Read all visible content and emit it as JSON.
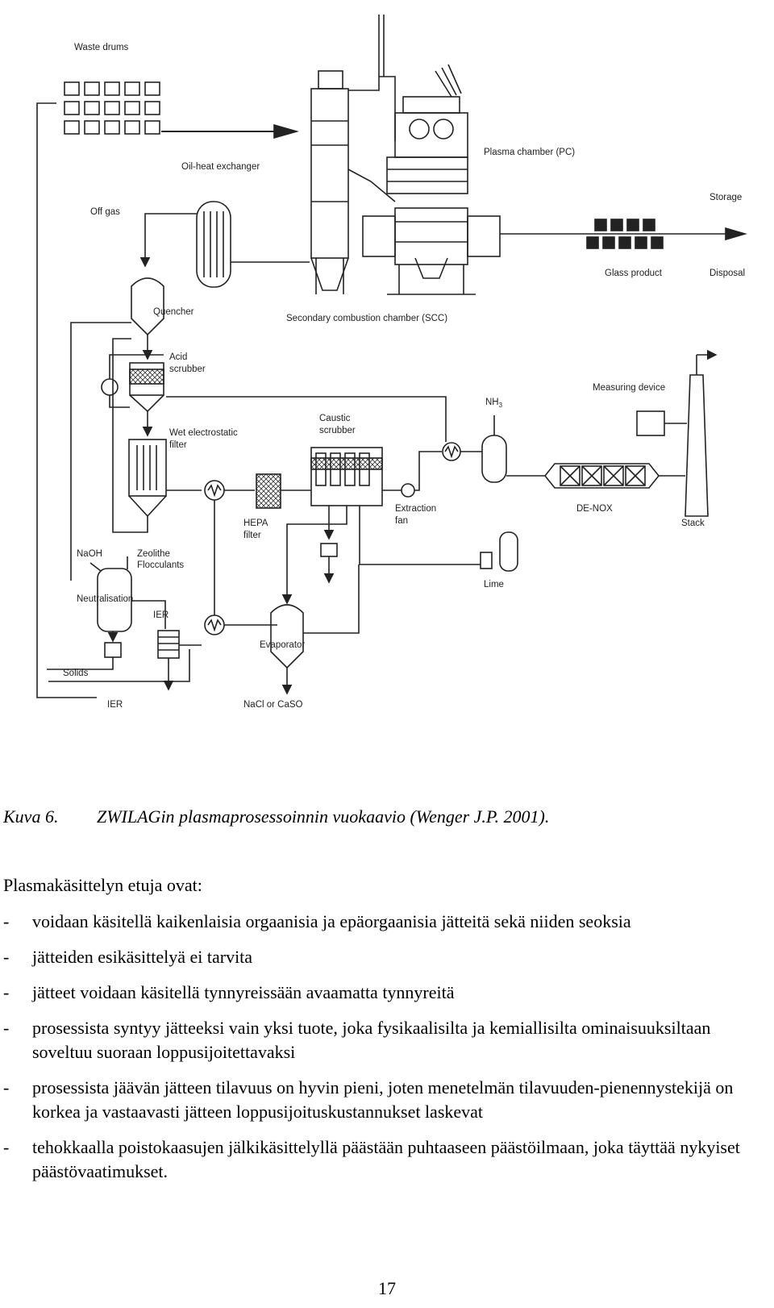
{
  "diagram": {
    "labels": {
      "waste_drums": "Waste drums",
      "oil_heat_exchanger": "Oil-heat exchanger",
      "off_gas": "Off gas",
      "plasma_chamber": "Plasma chamber (PC)",
      "storage": "Storage",
      "glass_product": "Glass product",
      "disposal": "Disposal",
      "quencher": "Quencher",
      "scc": "Secondary combustion chamber (SCC)",
      "acid_scrubber_1": "Acid",
      "acid_scrubber_2": "scrubber",
      "wet_esp_1": "Wet electrostatic",
      "wet_esp_2": "filter",
      "caustic_scrubber_1": "Caustic",
      "caustic_scrubber_2": "scrubber",
      "nh3": "NH",
      "nh3_sub": "3",
      "measuring_device": "Measuring device",
      "extraction_fan_1": "Extraction",
      "extraction_fan_2": "fan",
      "de_nox": "DE-NOX",
      "stack": "Stack",
      "hepa_1": "HEPA",
      "hepa_2": "filter",
      "naoh": "NaOH",
      "zeolithe": "Zeolithe",
      "flocculants": "Flocculants",
      "neutralisation": "Neutralisation",
      "ier_1": "IER",
      "lime": "Lime",
      "evaporator": "Evaporator",
      "solids": "Solids",
      "ier_2": "IER",
      "nacl": "NaCl or CaSO"
    }
  },
  "caption": {
    "label": "Kuva 6.",
    "text": "ZWILAGin plasmaprosessoinnin vuokaavio (Wenger J.P. 2001)."
  },
  "intro": "Plasmakäsittelyn etuja ovat:",
  "bullets": [
    {
      "dash": "-",
      "text": "voidaan käsitellä kaikenlaisia orgaanisia ja epäorgaanisia jätteitä sekä niiden seoksia"
    },
    {
      "dash": "-",
      "text": "jätteiden esikäsittelyä ei tarvita"
    },
    {
      "dash": "-",
      "text": "jätteet voidaan käsitellä tynnyreissään avaamatta tynnyreitä"
    },
    {
      "dash": "-",
      "text": "prosessista syntyy jätteeksi vain yksi tuote, joka fysikaalisilta ja kemiallisilta ominaisuuksiltaan soveltuu suoraan loppusijoitettavaksi"
    },
    {
      "dash": "-",
      "text": "prosessista jäävän jätteen tilavuus on hyvin pieni, joten menetelmän tilavuuden-pienennystekijä on korkea ja vastaavasti jätteen loppusijoituskustannukset laskevat"
    },
    {
      "dash": "-",
      "text": "tehokkaalla poistokaasujen jälkikäsittelyllä päästään puhtaaseen päästöilmaan, joka täyttää nykyiset päästövaatimukset."
    }
  ],
  "page_number": "17"
}
